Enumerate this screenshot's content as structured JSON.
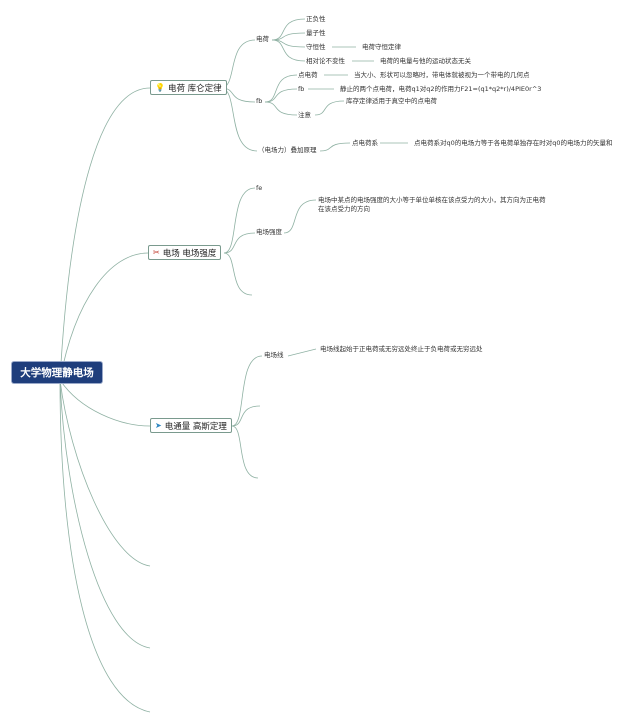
{
  "root": "大学物理静电场",
  "topics": [
    {
      "label": "电荷 库仑定律",
      "icon": "lightbulb-icon",
      "glyph": "💡"
    },
    {
      "label": "电场 电场强度",
      "icon": "tools-icon",
      "glyph": "✂"
    },
    {
      "label": "电通量 高斯定理",
      "icon": "paper-plane-icon",
      "glyph": "➤"
    }
  ],
  "nodes": {
    "charge": "电荷",
    "pos_neg": "正负性",
    "quantization": "量子性",
    "conservation": "守恒性",
    "conservation_law": "电荷守恒定律",
    "relativistic": "相对论不变性",
    "relativistic_desc": "电荷的电量与他的运动状态无关",
    "fb": "fb",
    "point_charge": "点电荷",
    "point_charge_desc": "当大小、形状可以忽略时，带电体就被视为一个带电的几何点",
    "fb2": "fb",
    "coulomb_desc": "静止的两个点电荷，电荷q1对q2的作用力F21=(q1*q2*r)/4PIE0r^3",
    "note": "注意",
    "note_desc": "库存定律适用于真空中的点电荷",
    "superposition": "（电场力）叠加原理",
    "point_system": "点电荷系",
    "point_system_desc": "点电荷系对q0的电场力等于各电荷单独存在时对q0的电场力的矢量和",
    "fe": "fe",
    "field_strength": "电场强度",
    "field_strength_desc": "电场中某点的电场强度的大小等于单位单核在该点受力的大小，其方向为正电荷在该点受力的方向",
    "field_line": "电场线",
    "field_line_desc": "电场线起始于正电荷或无穷远处终止于负电荷或无穷远处"
  },
  "colors": {
    "root_bg": "#1f3e7c",
    "link": "#8fb1a3",
    "topic_border": "#7a9a8e",
    "text": "#333333"
  }
}
